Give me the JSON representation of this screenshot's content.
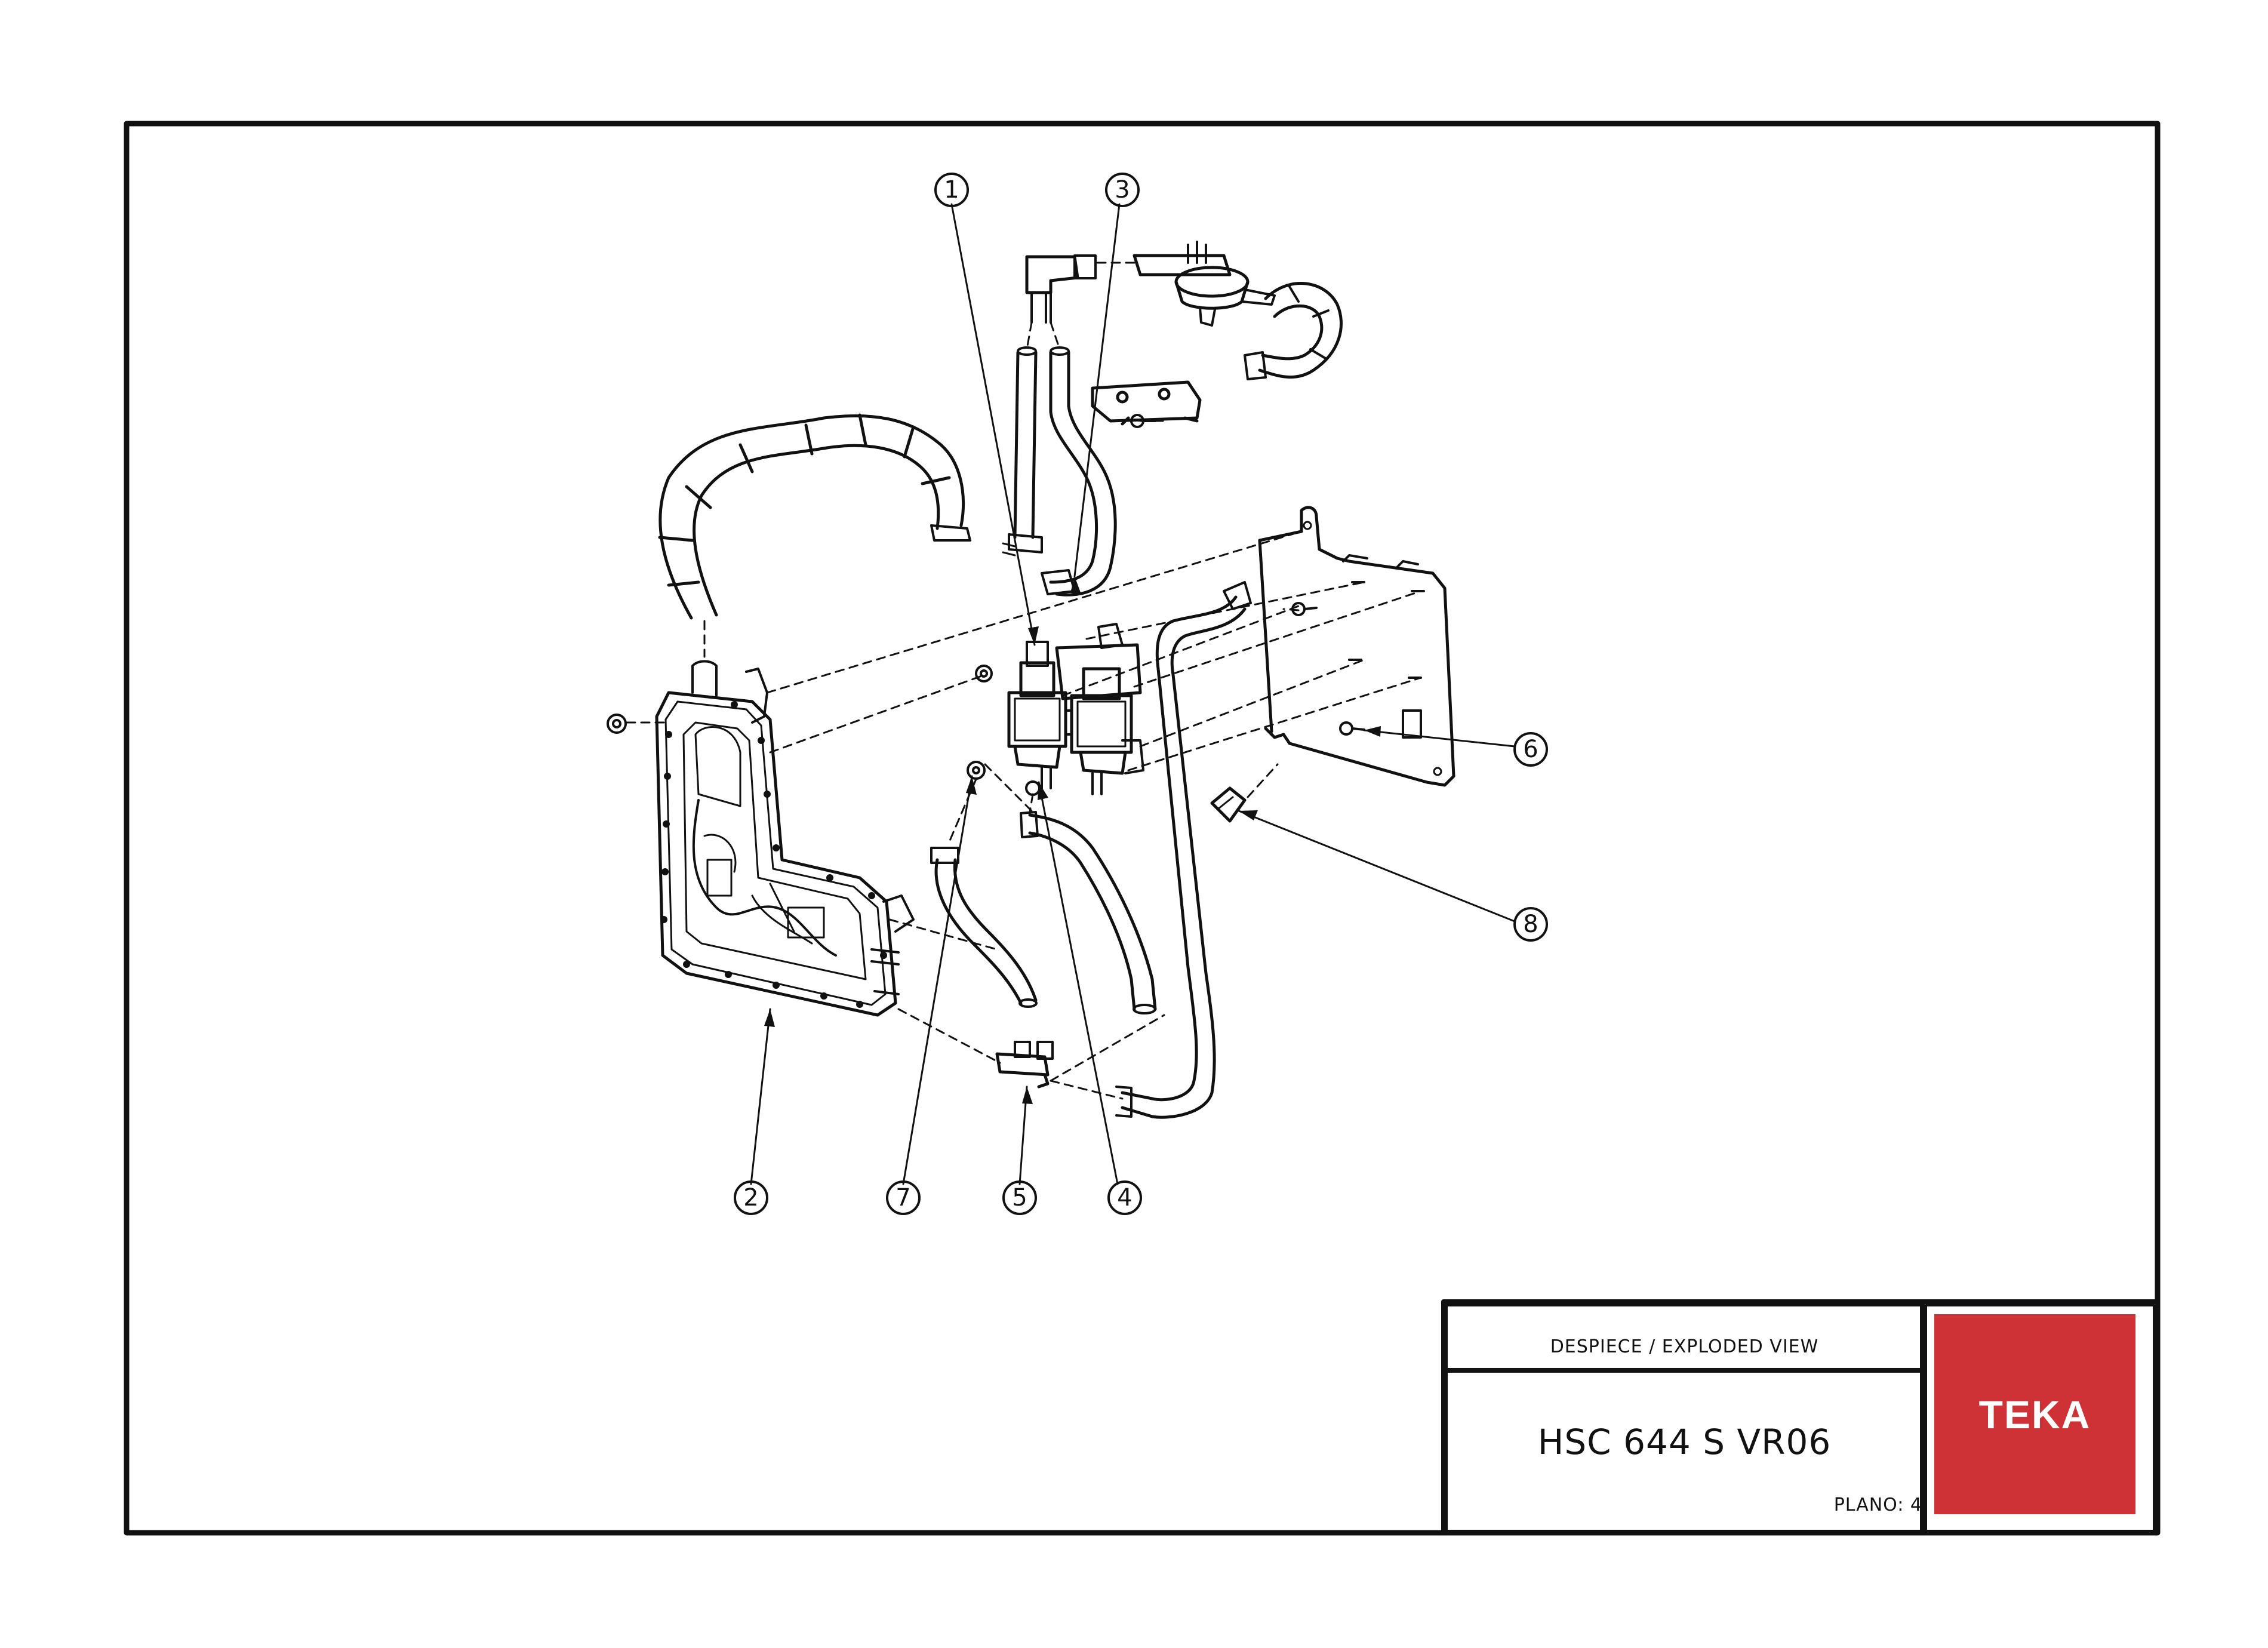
{
  "drawing": {
    "callouts": [
      "1",
      "2",
      "3",
      "4",
      "5",
      "6",
      "7",
      "8"
    ]
  },
  "title_block": {
    "subtitle": "DESPIECE / EXPLODED VIEW",
    "model": "HSC 644 S VR06",
    "plano": "PLANO: 4",
    "logo_text": "TEKA",
    "logo_color": "#cf3236"
  }
}
